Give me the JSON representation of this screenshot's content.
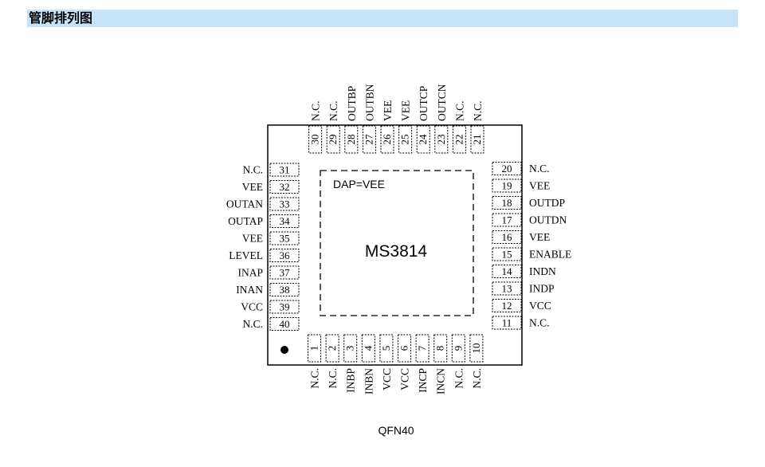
{
  "header": {
    "title": "管脚排列图"
  },
  "chip": {
    "part_number": "MS3814",
    "dap_label": "DAP=VEE",
    "package": "QFN40",
    "pins": [
      {
        "num": "1",
        "name": "N.C."
      },
      {
        "num": "2",
        "name": "N.C."
      },
      {
        "num": "3",
        "name": "INBP"
      },
      {
        "num": "4",
        "name": "INBN"
      },
      {
        "num": "5",
        "name": "VCC"
      },
      {
        "num": "6",
        "name": "VCC"
      },
      {
        "num": "7",
        "name": "INCP"
      },
      {
        "num": "8",
        "name": "INCN"
      },
      {
        "num": "9",
        "name": "N.C."
      },
      {
        "num": "10",
        "name": "N.C."
      },
      {
        "num": "11",
        "name": "N.C."
      },
      {
        "num": "12",
        "name": "VCC"
      },
      {
        "num": "13",
        "name": "INDP"
      },
      {
        "num": "14",
        "name": "INDN"
      },
      {
        "num": "15",
        "name": "ENABLE"
      },
      {
        "num": "16",
        "name": "VEE"
      },
      {
        "num": "17",
        "name": "OUTDN"
      },
      {
        "num": "18",
        "name": "OUTDP"
      },
      {
        "num": "19",
        "name": "VEE"
      },
      {
        "num": "20",
        "name": "N.C."
      },
      {
        "num": "21",
        "name": "N.C."
      },
      {
        "num": "22",
        "name": "N.C."
      },
      {
        "num": "23",
        "name": "OUTCN"
      },
      {
        "num": "24",
        "name": "OUTCP"
      },
      {
        "num": "25",
        "name": "VEE"
      },
      {
        "num": "26",
        "name": "VEE"
      },
      {
        "num": "27",
        "name": "OUTBN"
      },
      {
        "num": "28",
        "name": "OUTBP"
      },
      {
        "num": "29",
        "name": "N.C."
      },
      {
        "num": "30",
        "name": "N.C."
      },
      {
        "num": "31",
        "name": "N.C."
      },
      {
        "num": "32",
        "name": "VEE"
      },
      {
        "num": "33",
        "name": "OUTAN"
      },
      {
        "num": "34",
        "name": "OUTAP"
      },
      {
        "num": "35",
        "name": "VEE"
      },
      {
        "num": "36",
        "name": "LEVEL"
      },
      {
        "num": "37",
        "name": "INAP"
      },
      {
        "num": "38",
        "name": "INAN"
      },
      {
        "num": "39",
        "name": "VCC"
      },
      {
        "num": "40",
        "name": "N.C."
      }
    ]
  }
}
